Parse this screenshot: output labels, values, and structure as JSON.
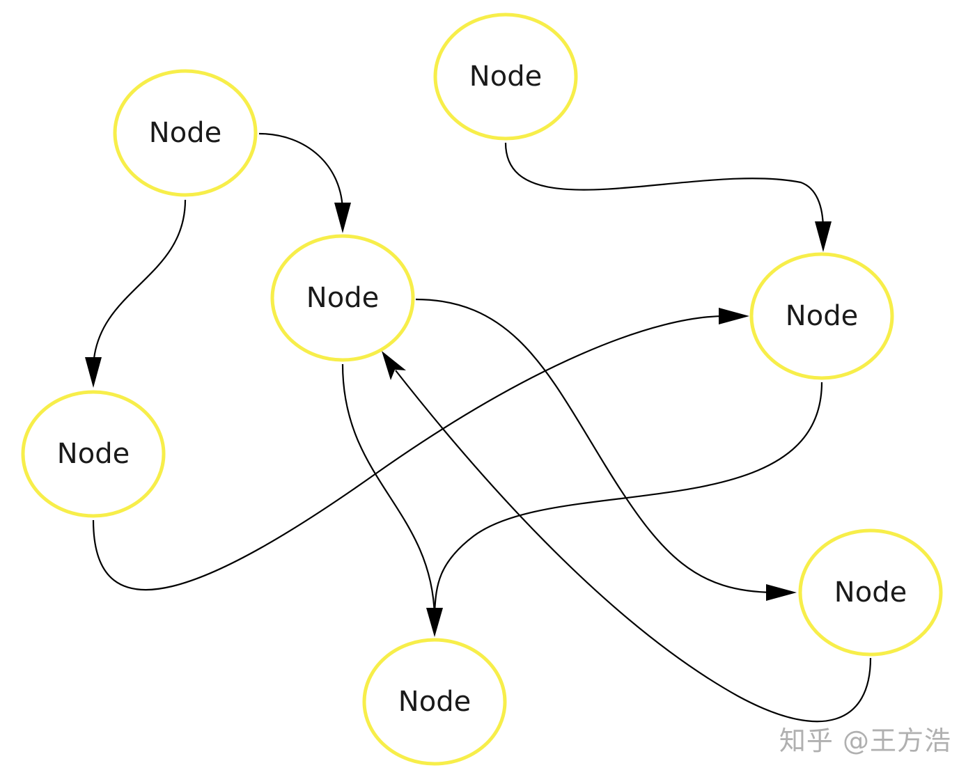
{
  "diagram": {
    "nodes": [
      {
        "id": "n1",
        "label": "Node"
      },
      {
        "id": "n2",
        "label": "Node"
      },
      {
        "id": "n3",
        "label": "Node"
      },
      {
        "id": "n4",
        "label": "Node"
      },
      {
        "id": "n5",
        "label": "Node"
      },
      {
        "id": "n6",
        "label": "Node"
      },
      {
        "id": "n7",
        "label": "Node"
      }
    ],
    "edges": [
      {
        "from": "n1",
        "to": "n3"
      },
      {
        "from": "n1",
        "to": "n4"
      },
      {
        "from": "n2",
        "to": "n5"
      },
      {
        "from": "n4",
        "to": "n5"
      },
      {
        "from": "n3",
        "to": "n7"
      },
      {
        "from": "n3",
        "to": "n6"
      },
      {
        "from": "n5",
        "to": "n7"
      },
      {
        "from": "n6",
        "to": "n3"
      }
    ],
    "node_border_color": "#f7ee4a",
    "edge_color": "#000000"
  },
  "watermark": {
    "text": "知乎 @王方浩"
  }
}
